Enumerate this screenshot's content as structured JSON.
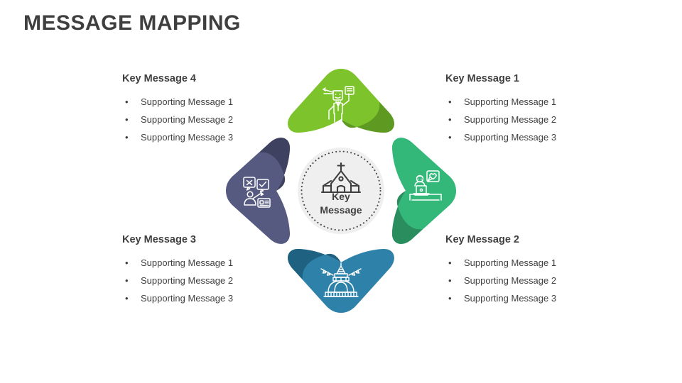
{
  "slide": {
    "title": "MESSAGE MAPPING",
    "background_color": "#FFFFFF",
    "title_color": "#3F3F3F"
  },
  "center": {
    "label_line1": "Key",
    "label_line2": "Message",
    "icon": "church-icon",
    "fill_color": "#EFEFEF",
    "border_style": "dotted",
    "border_color": "#4A4A4A"
  },
  "petals": [
    {
      "id": "petal-top",
      "position": "top",
      "color": "#7DC42C",
      "shadow_color": "#5E9A22",
      "icon": "protester-with-flag-icon",
      "linked_message": "Key Message 4"
    },
    {
      "id": "petal-right",
      "position": "right",
      "color": "#34B87A",
      "shadow_color": "#2A8D5D",
      "icon": "person-at-desk-with-heart-icon",
      "linked_message": "Key Message 1"
    },
    {
      "id": "petal-bottom",
      "position": "bottom",
      "color": "#2E81A8",
      "shadow_color": "#1F6180",
      "icon": "stupa-temple-icon",
      "linked_message": "Key Message 2"
    },
    {
      "id": "petal-left",
      "position": "left",
      "color": "#575A80",
      "shadow_color": "#3F4160",
      "icon": "fact-check-person-icon",
      "linked_message": "Key Message 3"
    }
  ],
  "messages": [
    {
      "id": "key-message-4",
      "position": "top-left",
      "title": "Key Message 4",
      "bullet": "•",
      "items": [
        "Supporting Message 1",
        "Supporting Message 2",
        "Supporting Message 3"
      ]
    },
    {
      "id": "key-message-1",
      "position": "top-right",
      "title": "Key Message 1",
      "bullet": "•",
      "items": [
        "Supporting Message 1",
        "Supporting Message 2",
        "Supporting Message 3"
      ]
    },
    {
      "id": "key-message-3",
      "position": "bottom-left",
      "title": "Key Message 3",
      "bullet": "•",
      "items": [
        "Supporting Message 1",
        "Supporting Message 2",
        "Supporting Message 3"
      ]
    },
    {
      "id": "key-message-2",
      "position": "bottom-right",
      "title": "Key Message 2",
      "bullet": "•",
      "items": [
        "Supporting Message 1",
        "Supporting Message 2",
        "Supporting Message 3"
      ]
    }
  ]
}
